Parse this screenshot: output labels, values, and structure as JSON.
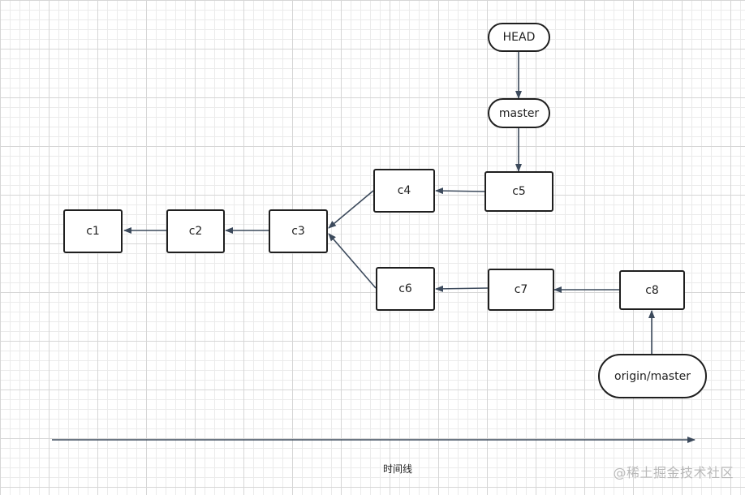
{
  "commits": {
    "c1": "c1",
    "c2": "c2",
    "c3": "c3",
    "c4": "c4",
    "c5": "c5",
    "c6": "c6",
    "c7": "c7",
    "c8": "c8"
  },
  "refs": {
    "head": "HEAD",
    "master": "master",
    "origin_master": "origin/master"
  },
  "timeline": {
    "label": "时间线"
  },
  "watermark": "@稀土掘金技术社区",
  "colors": {
    "edge": "#3c4a5c",
    "node_border": "#1f1f1f"
  }
}
